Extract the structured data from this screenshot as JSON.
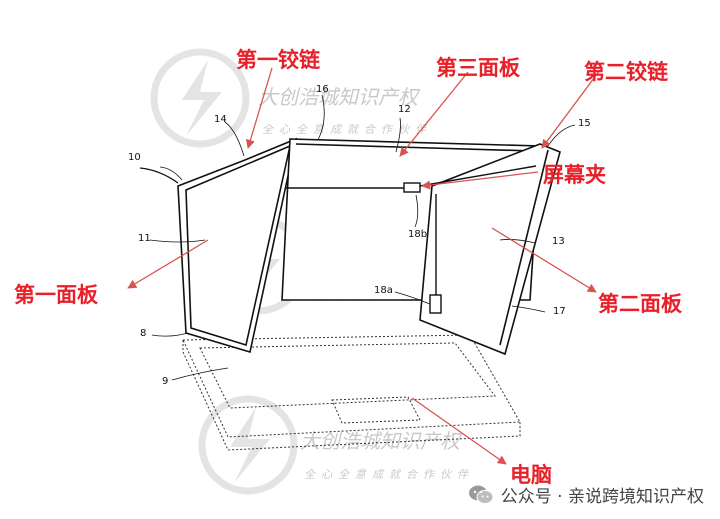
{
  "annotations": {
    "first_hinge": "第一铰链",
    "third_panel": "第三面板",
    "second_hinge": "第二铰链",
    "screen_clip": "屏幕夹",
    "first_panel": "第一面板",
    "second_panel": "第二面板",
    "computer": "电脑"
  },
  "reference_numerals": {
    "r10": "10",
    "r14": "14",
    "r16": "16",
    "r12": "12",
    "r15": "15",
    "r11": "11",
    "r18b": "18b",
    "r13": "13",
    "r18a": "18a",
    "r8": "8",
    "r9": "9",
    "r17": "17"
  },
  "watermark": {
    "name": "大创浩城知识产权",
    "slogan": "全心全意成就合作伙伴"
  },
  "footer": {
    "source": "公众号 · 亲说跨境知识产权"
  },
  "colors": {
    "annotation": "#e8202a",
    "watermark": "#c9c9c9",
    "line": "#111111"
  }
}
